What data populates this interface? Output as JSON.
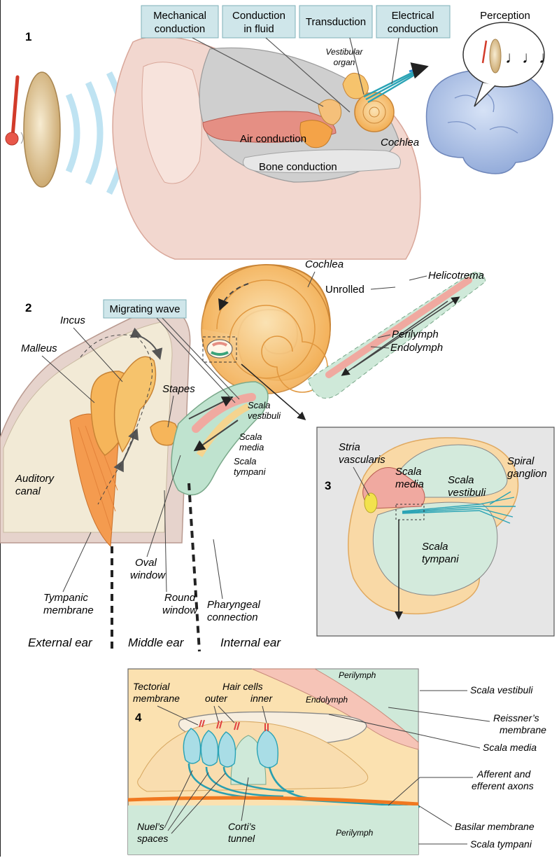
{
  "panel1": {
    "number": "1",
    "boxes": [
      "Mechanical conduction",
      "Conduction in fluid",
      "Transduction",
      "Electrical conduction"
    ],
    "box_lines": [
      [
        "Mechanical",
        "conduction"
      ],
      [
        "Conduction",
        "in fluid"
      ],
      [
        "Transduction"
      ],
      [
        "Electrical",
        "conduction"
      ]
    ],
    "perception": "Perception",
    "vestibular_organ": [
      "Vestibular",
      "organ"
    ],
    "air_conduction": "Air conduction",
    "bone_conduction": "Bone conduction",
    "cochlea": "Cochlea"
  },
  "panel2": {
    "number": "2",
    "cochlea": "Cochlea",
    "helicotrema": "Helicotrema",
    "unrolled": "Unrolled",
    "migrating_wave": "Migrating wave",
    "incus": "Incus",
    "malleus": "Malleus",
    "stapes": "Stapes",
    "perilymph": "Perilymph",
    "endolymph": "Endolymph",
    "scala_vestibuli": [
      "Scala",
      "vestibuli"
    ],
    "scala_media": [
      "Scala",
      "media"
    ],
    "scala_tympani": [
      "Scala",
      "tympani"
    ],
    "auditory_canal": [
      "Auditory",
      "canal"
    ],
    "oval_window": [
      "Oval",
      "window"
    ],
    "round_window": [
      "Round",
      "window"
    ],
    "tympanic_membrane": [
      "Tympanic",
      "membrane"
    ],
    "pharyngeal_connection": [
      "Pharyngeal",
      "connection"
    ],
    "external_ear": "External ear",
    "middle_ear": "Middle ear",
    "internal_ear": "Internal ear"
  },
  "panel3": {
    "number": "3",
    "stria_vascularis": [
      "Stria",
      "vascularis"
    ],
    "scala_media": [
      "Scala",
      "media"
    ],
    "scala_vestibuli": [
      "Scala",
      "vestibuli"
    ],
    "spiral_ganglion": [
      "Spiral",
      "ganglion"
    ],
    "scala_tympani": [
      "Scala",
      "tympani"
    ]
  },
  "panel4": {
    "number": "4",
    "tectorial_membrane": [
      "Tectorial",
      "membrane"
    ],
    "hair_cells": "Hair cells",
    "outer": "outer",
    "inner": "inner",
    "perilymph_top": "Perilymph",
    "endolymph": "Endolymph",
    "scala_vestibuli": "Scala vestibuli",
    "reissners_membrane": [
      "Reissner’s",
      "membrane"
    ],
    "scala_media": "Scala media",
    "afferent_efferent": [
      "Afferent and",
      "efferent axons"
    ],
    "basilar_membrane": "Basilar membrane",
    "perilymph_bottom": "Perilymph",
    "scala_tympani": "Scala tympani",
    "nuels_spaces": [
      "Nuel’s",
      "spaces"
    ],
    "cortis_tunnel": [
      "Corti’s",
      "tunnel"
    ]
  },
  "colors": {
    "caption_box": "#cfe6ea",
    "tissue": "#f2d7cf",
    "bone": "#c9c9c9",
    "cochlea": "#f6b55a",
    "endolymph": "#f0a9a0",
    "perilymph": "#cfe9d9",
    "nerve": "#2aa3b5",
    "brain": "#a9bfe6",
    "basilar": "#f07820",
    "panel3_bg": "#e6e6e6"
  }
}
